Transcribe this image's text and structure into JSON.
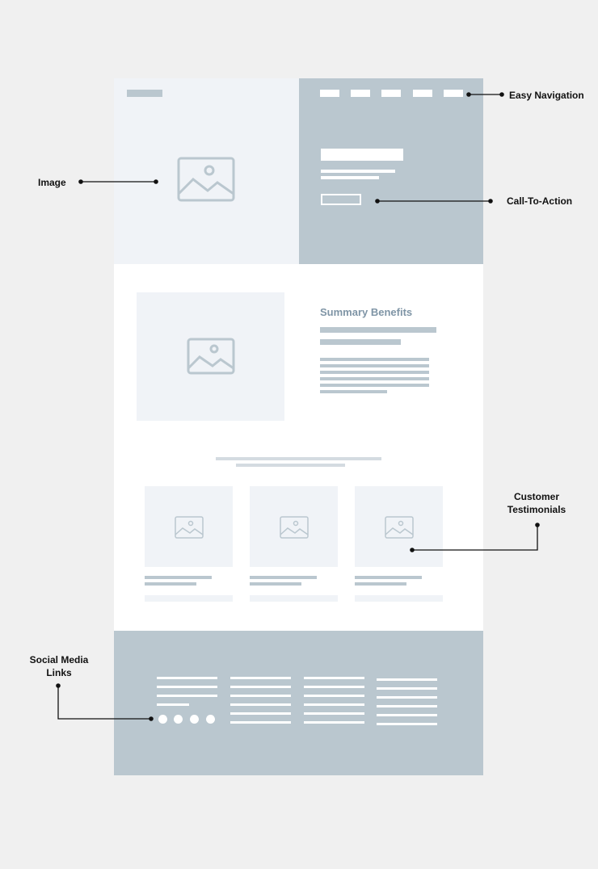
{
  "callouts": {
    "image": "Image",
    "easy_navigation": "Easy Navigation",
    "call_to_action": "Call-To-Action",
    "customer_testimonials_line1": "Customer",
    "customer_testimonials_line2": "Testimonials",
    "social_media_line1": "Social Media",
    "social_media_line2": "Links"
  },
  "summary": {
    "title": "Summary Benefits"
  },
  "icons": {
    "placeholder": "image-placeholder-icon",
    "social": "social-dot-icon"
  },
  "colors": {
    "background": "#f0f0f0",
    "accent_gray": "#bac7cf",
    "light_panel": "#f0f3f7",
    "summary_title": "#7f95a6",
    "label_text": "#111111"
  }
}
